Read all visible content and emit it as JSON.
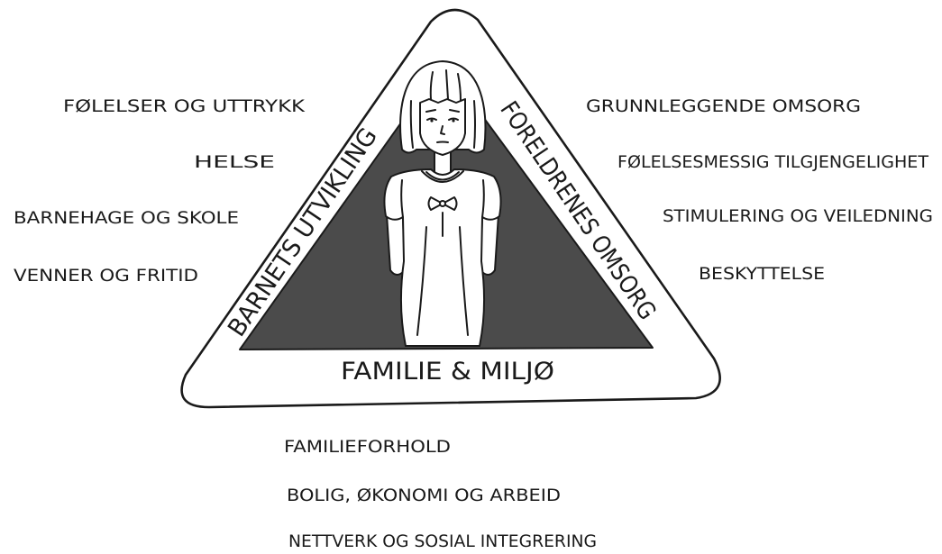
{
  "diagram": {
    "triangle": {
      "left_side": "BARNETS UTVIKLING",
      "right_side": "FORELDRENES OMSORG",
      "bottom_side": "FAMILIE & MILJØ"
    },
    "left_items": [
      "FØLELSER OG UTTRYKK",
      "HELSE",
      "BARNEHAGE OG SKOLE",
      "VENNER OG FRITID"
    ],
    "right_items": [
      "GRUNNLEGGENDE OMSORG",
      "FØLELSESMESSIG TILGJENGELIGHET",
      "STIMULERING OG VEILEDNING",
      "BESKYTTELSE"
    ],
    "bottom_items": [
      "FAMILIEFORHOLD",
      "BOLIG, ØKONOMI OG ARBEID",
      "NETTVERK OG SOSIAL INTEGRERING"
    ]
  },
  "colors": {
    "background": "#ffffff",
    "line": "#1a1a1a",
    "inner_triangle": "#4b4b4b"
  }
}
